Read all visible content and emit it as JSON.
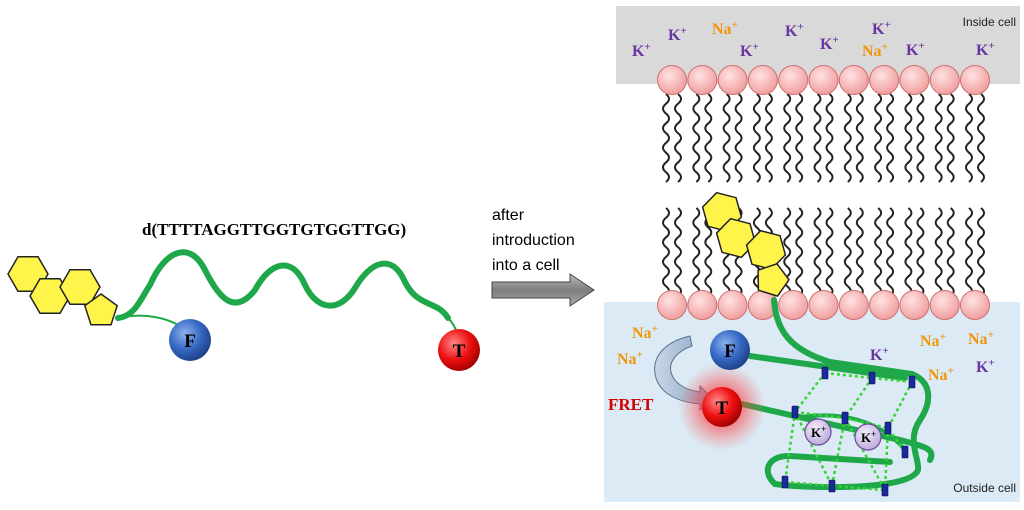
{
  "sequence_label": "d(TTTTAGGTTGGTGTGGTTGG)",
  "arrow_caption": [
    "after",
    "introduction",
    "into a cell"
  ],
  "fluorophore_label": "F",
  "quencher_label": "T",
  "fret_label": "FRET",
  "inside_cell_label": "Inside cell",
  "outside_cell_label": "Outside cell",
  "ion_potassium": "K",
  "ion_sodium": "Na",
  "ion_charge": "+",
  "colors": {
    "potassium": "#6a35a0",
    "sodium": "#f0960c",
    "dna_strand": "#1fa84a",
    "hexagon_fill": "#fff44a",
    "lipid_head": "#f7b0b0",
    "inside_region": "#d9d9d9",
    "outside_region": "#dbeaf4",
    "fret_text": "#d40000"
  },
  "ions_inside": [
    {
      "type": "K"
    },
    {
      "type": "K"
    },
    {
      "type": "Na"
    },
    {
      "type": "K"
    },
    {
      "type": "K"
    },
    {
      "type": "K"
    },
    {
      "type": "K"
    },
    {
      "type": "Na"
    },
    {
      "type": "K"
    },
    {
      "type": "K"
    }
  ],
  "ions_outside": [
    {
      "type": "Na"
    },
    {
      "type": "Na"
    },
    {
      "type": "K"
    },
    {
      "type": "Na"
    },
    {
      "type": "Na"
    },
    {
      "type": "K"
    },
    {
      "type": "Na"
    }
  ],
  "ions_in_quadruplex": [
    {
      "type": "K"
    },
    {
      "type": "K"
    }
  ]
}
